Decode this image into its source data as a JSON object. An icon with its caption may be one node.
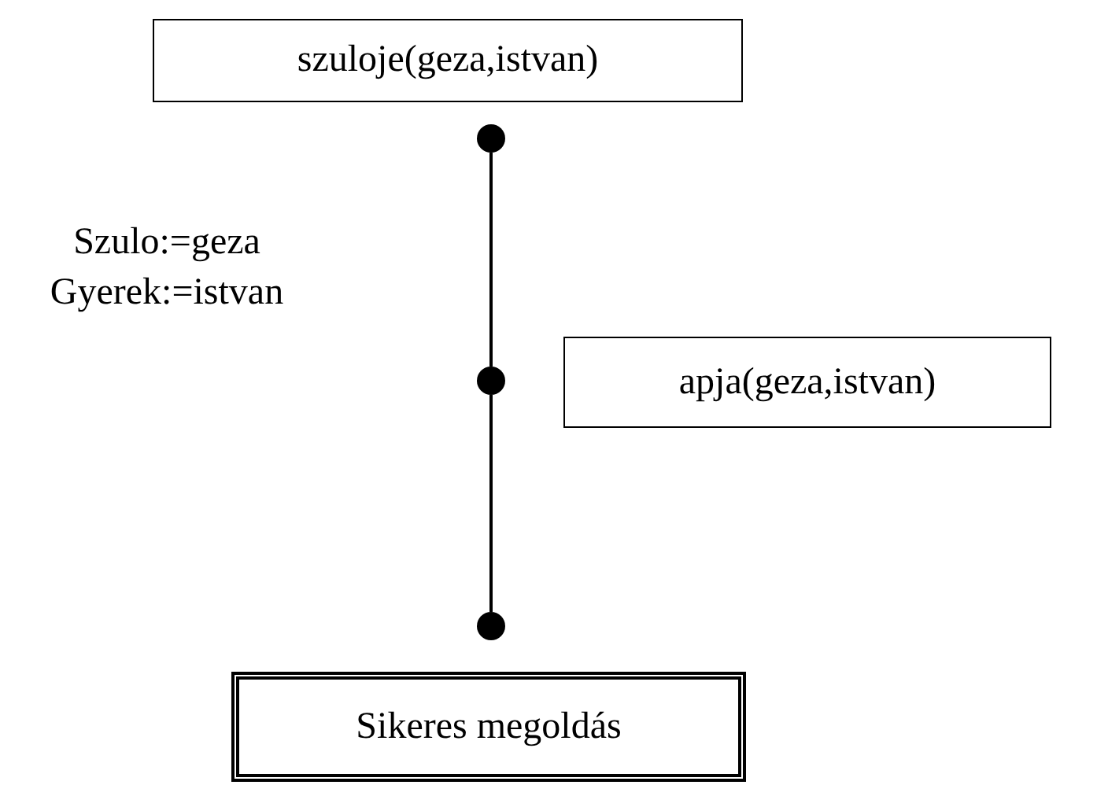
{
  "diagram": {
    "nodes": [
      {
        "text": [
          "szuloje(geza,istvan)"
        ]
      },
      {
        "text": [],
        "shape": "circle"
      },
      {
        "text": [],
        "shape": "circle"
      },
      {
        "text": [
          "apja(geza,istvan)"
        ]
      },
      {
        "text": [],
        "shape": "circle"
      },
      {
        "text": [
          "Sikeres megoldás"
        ]
      }
    ],
    "edges": [
      {
        "from": 1,
        "to": 2,
        "arrow": "none"
      },
      {
        "from": 2,
        "to": 4,
        "arrow": "none"
      }
    ],
    "labels": [
      "Szulo:=geza Gyerek:=istvan"
    ]
  }
}
